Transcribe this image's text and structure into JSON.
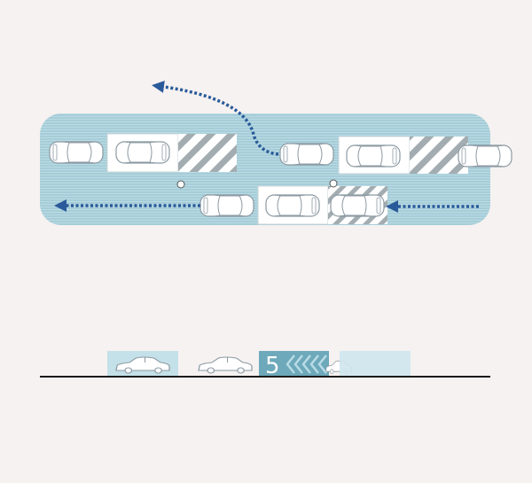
{
  "colors": {
    "background": "#f6f2f1",
    "street": "#9fc8d4",
    "street_lines": "#b9dbe4",
    "flow_arrow": "#2a5a9a",
    "car_body": "#ffffff",
    "car_outline": "#8c9aa3",
    "parking_box_fill": "#ffffff",
    "parking_box_stroke": "#c9d4d8",
    "hatch": "#9aa4a8",
    "elevation_panel": "#b8dbe6",
    "elevation_panel_dark": "#6da9ba",
    "ground_line": "#1a1a1a"
  },
  "plan": {
    "flow_arrows": [
      {
        "name": "u-turn-arrow",
        "direction": "left-up"
      },
      {
        "name": "westbound-arrow",
        "direction": "left"
      },
      {
        "name": "inbound-arrow",
        "direction": "left"
      }
    ],
    "markers": [
      "pole-marker-1",
      "pole-marker-2"
    ]
  },
  "elevation": {
    "lift_label": "5",
    "icons": [
      "sedan-icon",
      "sedan-icon",
      "chevron-arrows-icon",
      "sedan-icon"
    ]
  }
}
